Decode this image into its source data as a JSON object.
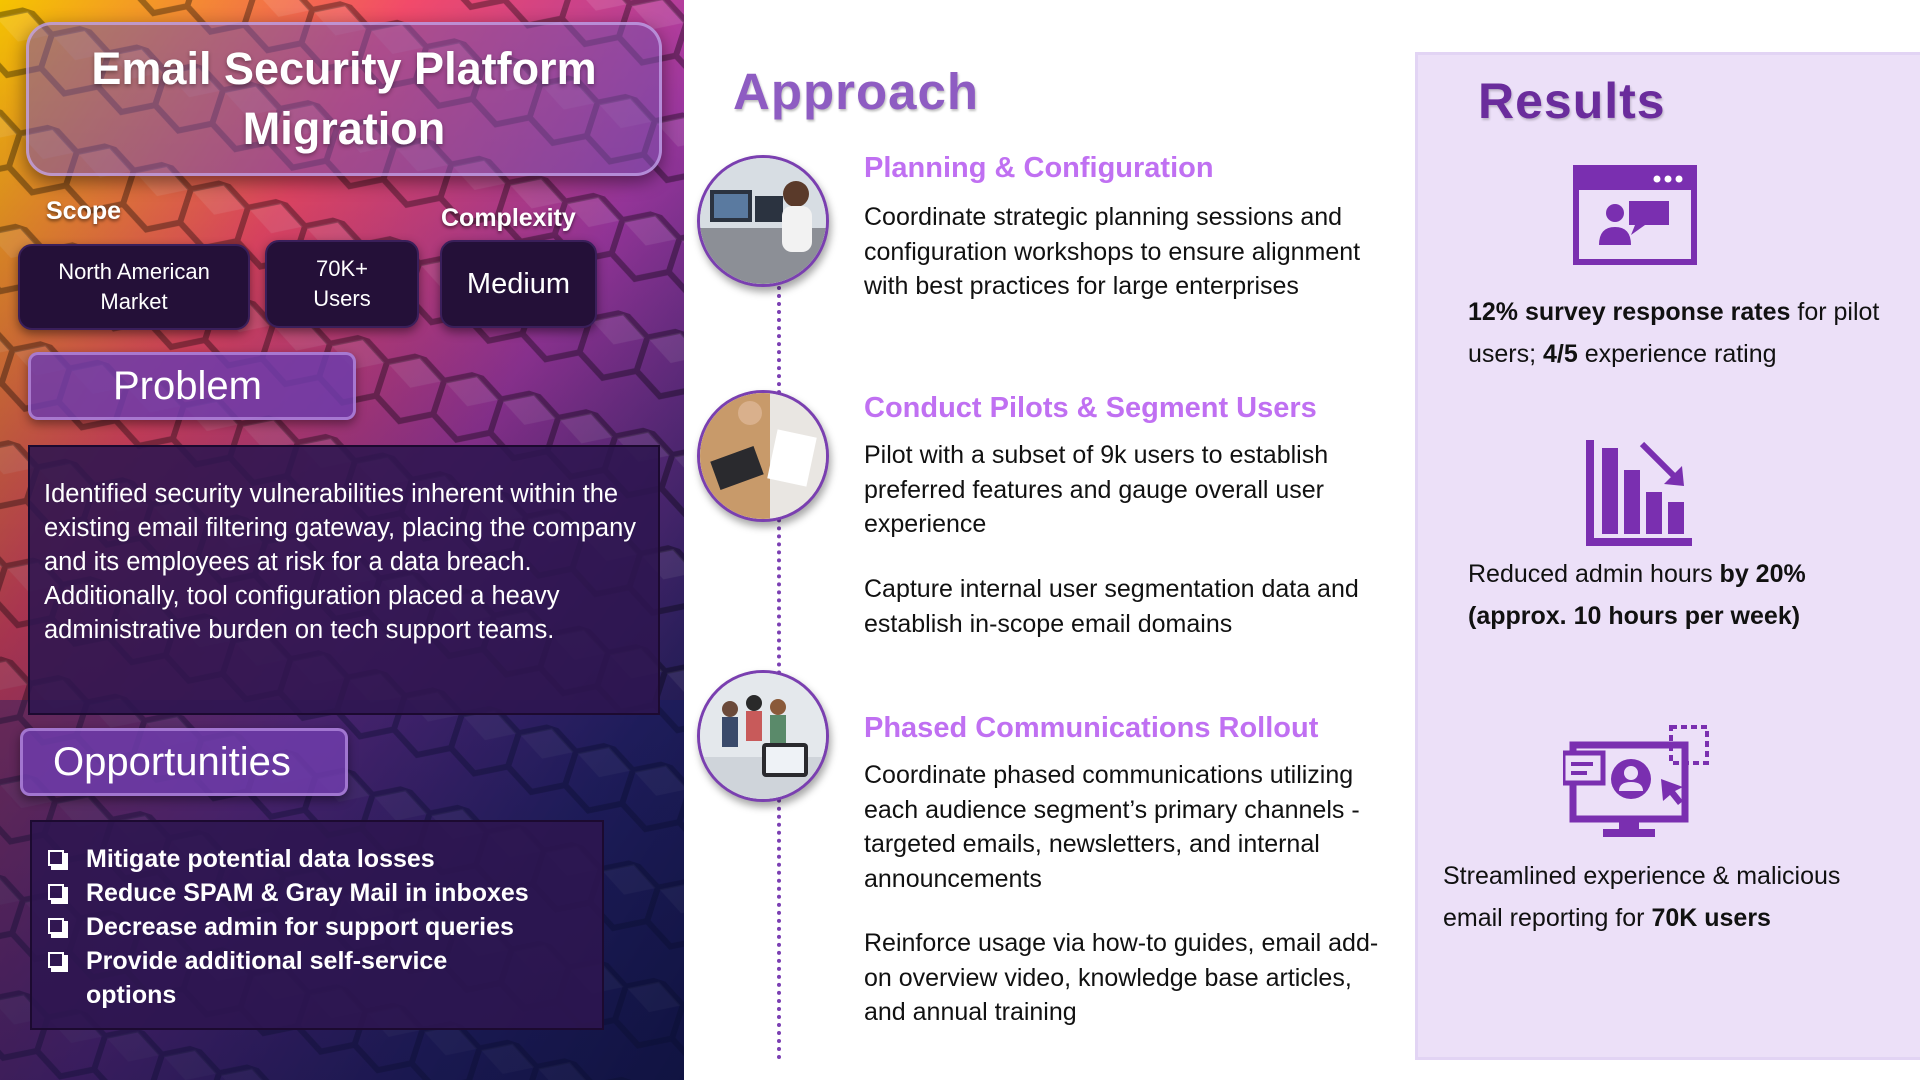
{
  "left": {
    "title": "Email Security Platform\nMigration",
    "scope_label": "Scope",
    "complexity_label": "Complexity",
    "pills": {
      "market": "North American\nMarket",
      "users": "70K+\nUsers",
      "complexity": "Medium"
    },
    "problem": {
      "heading": "Problem",
      "text": "Identified security vulnerabilities inherent within the existing email filtering gateway, placing the company and its employees at risk for a data breach. Additionally, tool configuration placed a heavy administrative burden on tech support teams."
    },
    "opportunities": {
      "heading": "Opportunities",
      "items": [
        "Mitigate potential data losses",
        "Reduce SPAM & Gray Mail in inboxes",
        "Decrease admin for support queries",
        "Provide additional self-service options"
      ]
    }
  },
  "approach": {
    "title": "Approach",
    "steps": [
      {
        "title": "Planning & Configuration",
        "text": "Coordinate strategic planning sessions and configuration workshops to ensure alignment with best practices for large enterprises"
      },
      {
        "title": "Conduct Pilots & Segment Users",
        "text": "Pilot with a subset of 9k users to establish preferred features and gauge overall user experience",
        "text2": "Capture internal user segmentation data and establish in-scope email domains"
      },
      {
        "title": "Phased Communications Rollout",
        "text": "Coordinate phased communications utilizing each audience segment’s primary channels - targeted emails, newsletters, and internal announcements",
        "text2": "Reinforce usage via how-to guides, email add-on overview video, knowledge base articles, and annual training"
      }
    ]
  },
  "results": {
    "title": "Results",
    "items": [
      {
        "icon": "video-chat-icon",
        "parts": [
          {
            "t": "12% survey response rates",
            "b": true
          },
          {
            "t": " for pilot users; ",
            "b": false
          },
          {
            "t": "4/5",
            "b": true
          },
          {
            "t": " experience rating",
            "b": false
          }
        ]
      },
      {
        "icon": "declining-bar-chart-icon",
        "parts": [
          {
            "t": "Reduced admin hours ",
            "b": false
          },
          {
            "t": "by 20% (approx. 10 hours per week)",
            "b": true
          }
        ]
      },
      {
        "icon": "user-monitor-icon",
        "parts": [
          {
            "t": "Streamlined experience & malicious email reporting for ",
            "b": false
          },
          {
            "t": "70K users",
            "b": true
          }
        ]
      }
    ]
  },
  "colors": {
    "accent_purple": "#7b3fb3",
    "step_title": "#c070f2",
    "results_bg": "#ece0f8",
    "results_title": "#6a2c9c"
  }
}
